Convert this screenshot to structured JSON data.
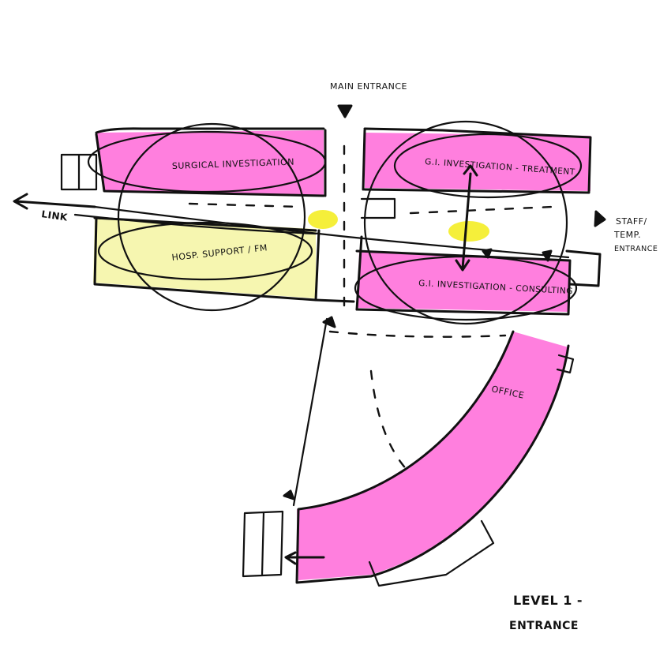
{
  "colors": {
    "magenta": "#ff7fde",
    "pale_yellow": "#f6f6b0",
    "yellow_marker": "#f5ef3a",
    "ink": "#111111"
  },
  "labels": {
    "main_entrance": "MAIN ENTRANCE",
    "surgical_investigation": "SURGICAL INVESTIGATION",
    "gi_treatment": "G.I. INVESTIGATION - TREATMENT",
    "gi_consulting": "G.I. INVESTIGATION - CONSULTING",
    "hosp_support": "HOSP. SUPPORT / FM",
    "office": "OFFICE",
    "link": "LINK",
    "staff_entrance_1": "STAFF/",
    "staff_entrance_2": "TEMP.",
    "staff_entrance_3": "ENTRANCE",
    "level_1": "LEVEL 1 -",
    "level_2": "ENTRANCE"
  }
}
